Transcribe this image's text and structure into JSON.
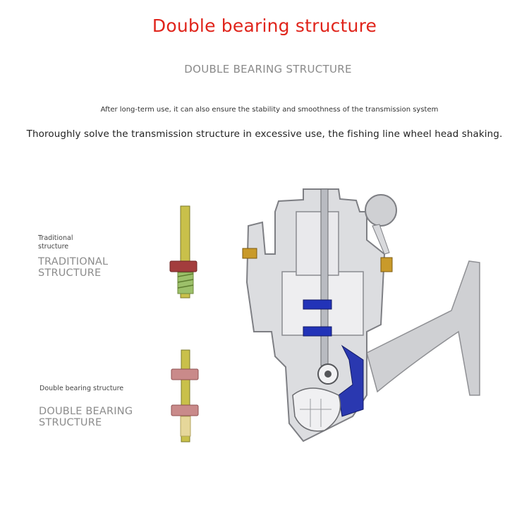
{
  "header": {
    "title": "Double bearing structure",
    "subtitle": "DOUBLE BEARING STRUCTURE",
    "desc_small": "After long-term use, it can also ensure the stability and smoothness of the transmission system",
    "desc_large": "Thoroughly solve the transmission structure in excessive use, the fishing line wheel head shaking."
  },
  "traditional": {
    "label_small": "Traditional structure",
    "label_big": "TRADITIONAL STRUCTURE"
  },
  "double": {
    "label_small": "Double bearing structure",
    "label_big": "DOUBLE BEARING STRUCTURE"
  },
  "colors": {
    "title_red": "#e0241b",
    "shaft_yellow": "#c9c04a",
    "bearing_red": "#a33d3d",
    "bearing_pink": "#c98a8a",
    "bearing_blue": "#2233b8",
    "reel_gray": "#c9c9cc"
  }
}
